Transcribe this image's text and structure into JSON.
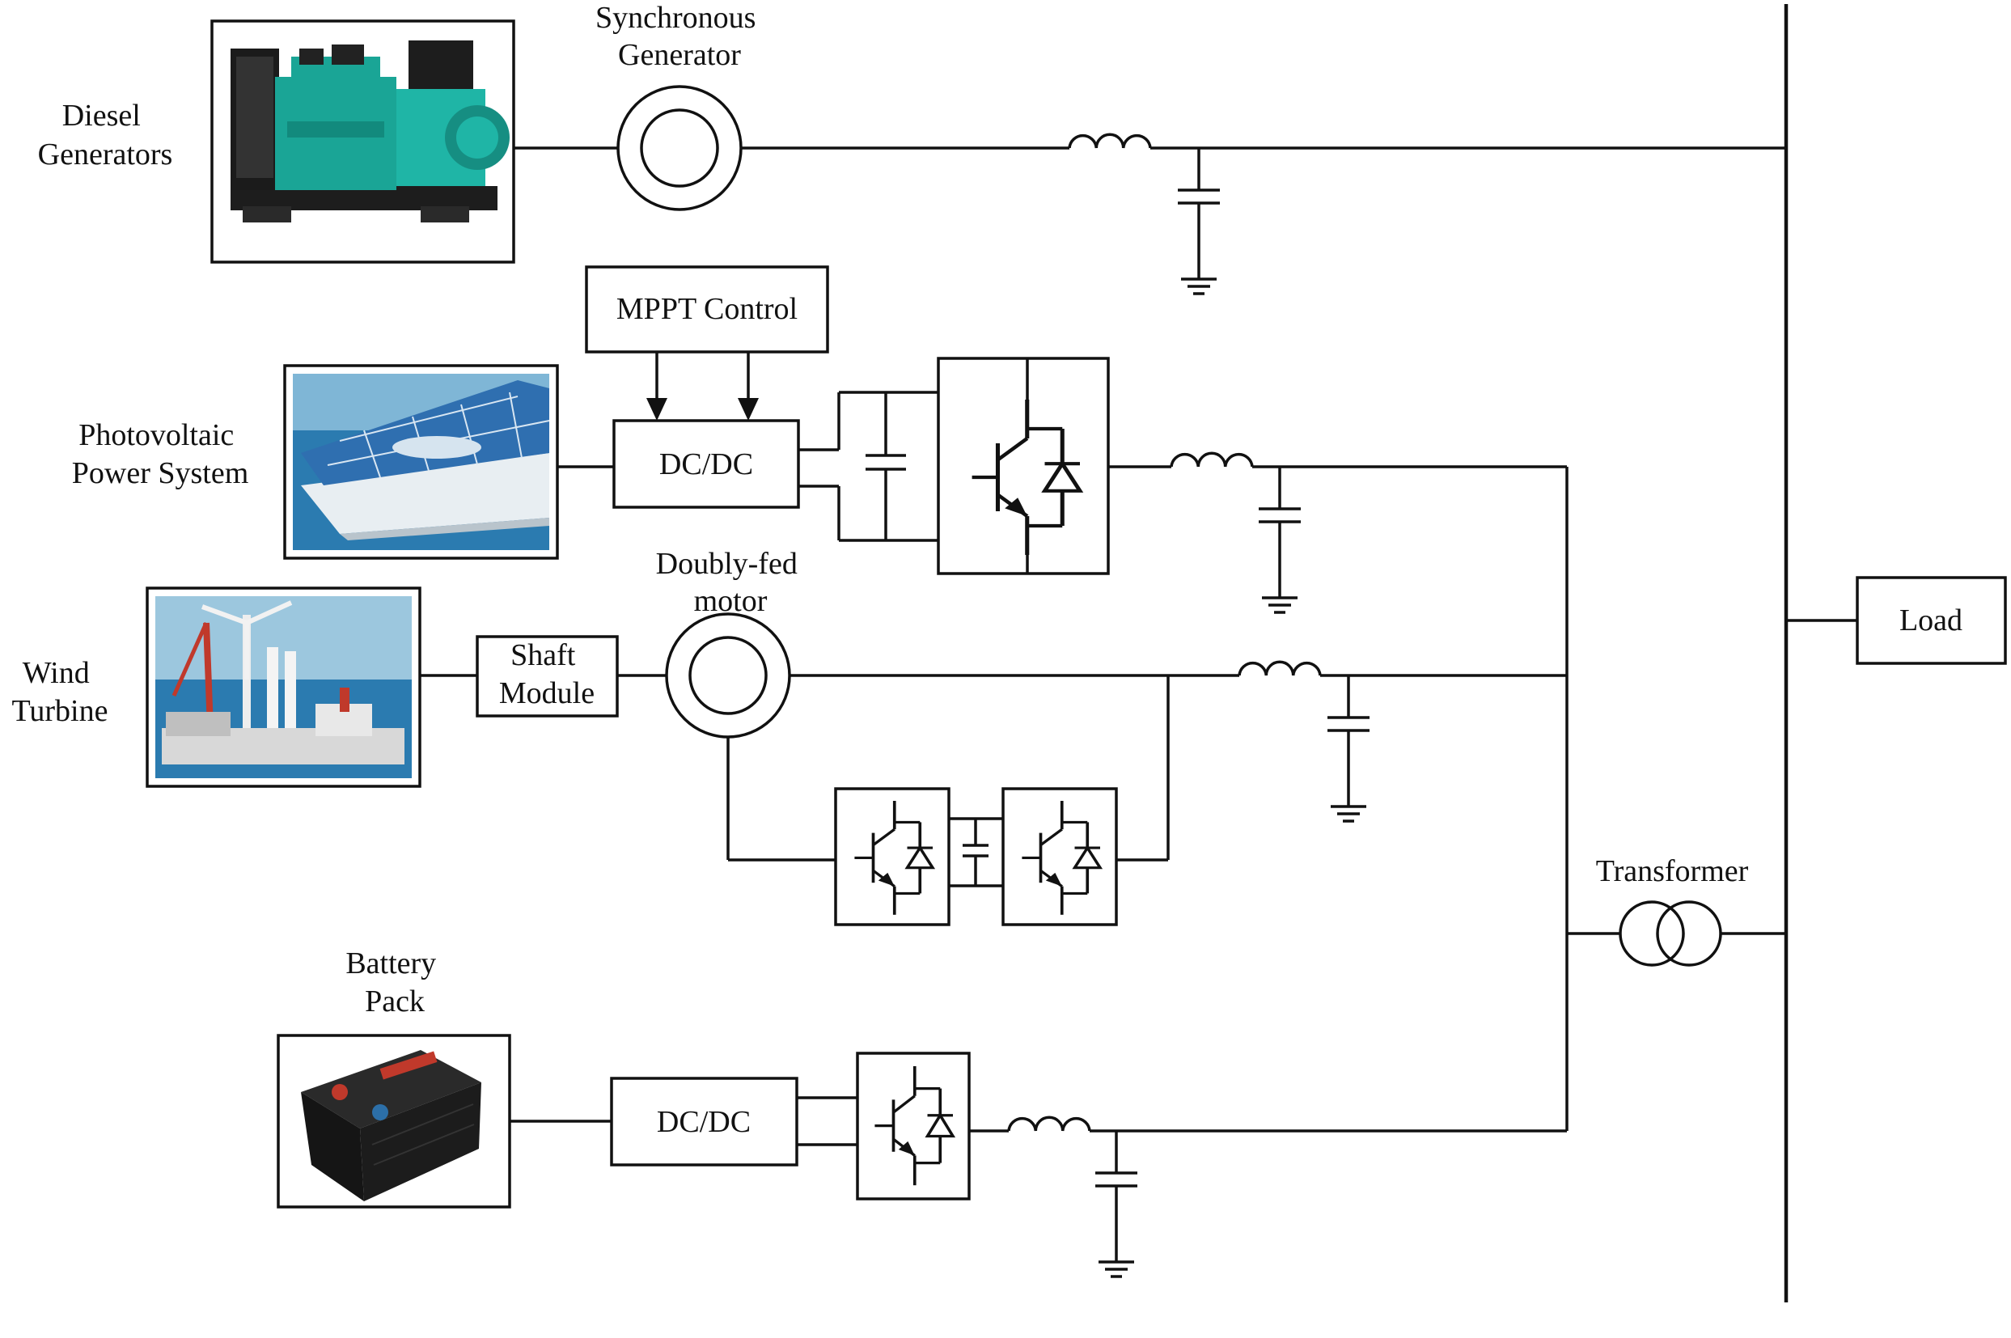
{
  "labels": {
    "diesel_generators": [
      "Diesel",
      "Generators"
    ],
    "synchronous_generator": [
      "Synchronous",
      "Generator"
    ],
    "mppt_control": "MPPT Control",
    "photovoltaic_power_system": [
      "Photovoltaic",
      "Power System"
    ],
    "dcdc_pv": "DC/DC",
    "doubly_fed_motor": [
      "Doubly-fed",
      "motor"
    ],
    "wind_turbine": [
      "Wind",
      "Turbine"
    ],
    "shaft_module": [
      "Shaft",
      "Module"
    ],
    "battery_pack": [
      "Battery",
      "Pack"
    ],
    "dcdc_battery": "DC/DC",
    "transformer": "Transformer",
    "load": "Load"
  },
  "colors": {
    "line": "#111111",
    "generator_body": "#1aa596",
    "solar_panel": "#2f6fb0",
    "sea": "#2b7bb0",
    "sky": "#9cc7de",
    "battery_body": "#1c1c1c",
    "battery_terminal_pos": "#c0392b",
    "battery_terminal_neg": "#2c6fa8"
  },
  "icons": {
    "diesel_generators_photo": "diesel-generator-photo",
    "photovoltaic_photo": "solar-boat-photo",
    "wind_turbine_photo": "offshore-wind-turbine-photo",
    "battery_photo": "car-battery-photo"
  }
}
